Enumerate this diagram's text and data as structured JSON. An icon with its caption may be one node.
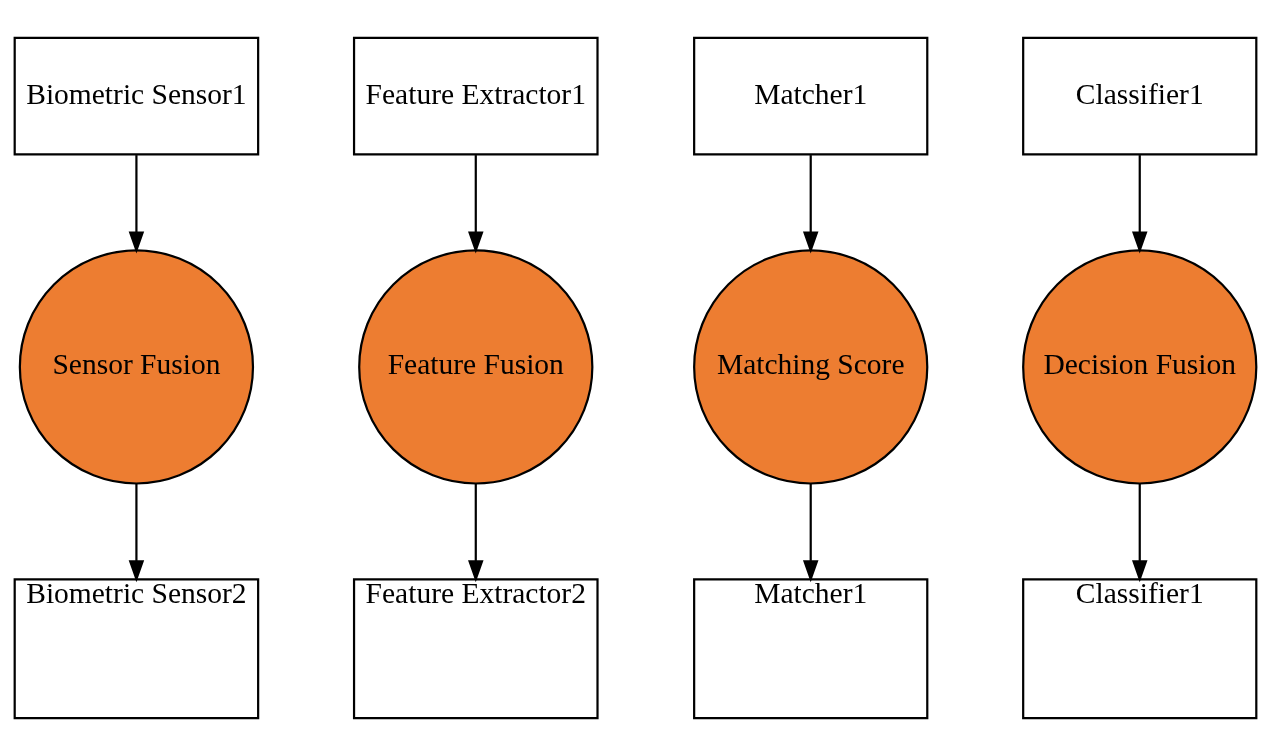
{
  "diagram": {
    "nodes": [
      {
        "text": [
          "Biometric Sensor1"
        ]
      },
      {
        "text": [
          "Feature Extractor1"
        ]
      },
      {
        "text": [
          "Matcher1"
        ]
      },
      {
        "text": [
          "Classifier1"
        ]
      },
      {
        "text": [
          "Sensor Fusion"
        ]
      },
      {
        "text": [
          "Feature Fusion"
        ]
      },
      {
        "text": [
          "Matching Score"
        ]
      },
      {
        "text": [
          "Decision Fusion"
        ]
      },
      {
        "text": [
          "Biometric Sensor2"
        ]
      },
      {
        "text": [
          "Feature Extractor2"
        ]
      },
      {
        "text": [
          "Matcher1"
        ]
      },
      {
        "text": [
          "Classifier1"
        ]
      }
    ],
    "edges": [
      {
        "from": 0,
        "to": 4,
        "arrow": "to"
      },
      {
        "from": 4,
        "to": 8,
        "arrow": "to"
      },
      {
        "from": 1,
        "to": 5,
        "arrow": "to"
      },
      {
        "from": 5,
        "to": 9,
        "arrow": "to"
      },
      {
        "from": 2,
        "to": 6,
        "arrow": "to"
      },
      {
        "from": 6,
        "to": 10,
        "arrow": "to"
      },
      {
        "from": 3,
        "to": 7,
        "arrow": "to"
      },
      {
        "from": 7,
        "to": 11,
        "arrow": "to"
      }
    ]
  }
}
